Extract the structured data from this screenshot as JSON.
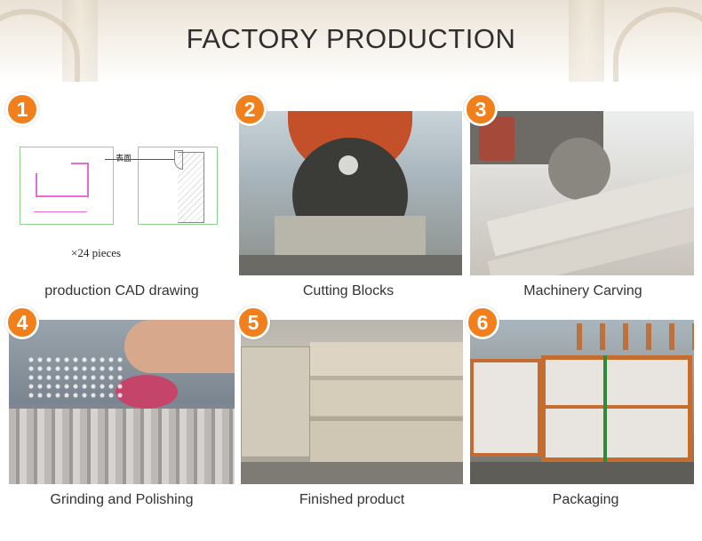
{
  "header": {
    "title": "FACTORY PRODUCTION"
  },
  "steps": [
    {
      "number": "1",
      "caption": "production CAD drawing",
      "drawing_note": "表面",
      "pieces_text": "×24 pieces"
    },
    {
      "number": "2",
      "caption": "Cutting Blocks"
    },
    {
      "number": "3",
      "caption": "Machinery Carving"
    },
    {
      "number": "4",
      "caption": "Grinding and Polishing"
    },
    {
      "number": "5",
      "caption": "Finished product"
    },
    {
      "number": "6",
      "caption": "Packaging"
    }
  ],
  "colors": {
    "badge": "#f07f1c",
    "title_text": "#2f2f2f",
    "caption_text": "#333333"
  }
}
